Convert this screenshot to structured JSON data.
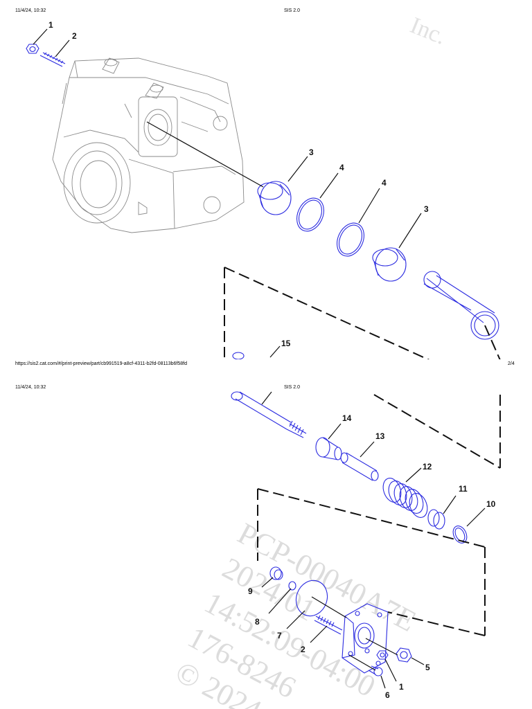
{
  "page1": {
    "datetime": "11/4/24, 10:32",
    "title": "SIS 2.0",
    "footer_url": "https://sis2.cat.com/#/print-preview/part/cb991519-a8cf-4311-b2fd-08113b6f58fd",
    "page_number": "2/4",
    "watermark_top": "Inc.",
    "callouts": [
      "1",
      "2",
      "3",
      "4",
      "4",
      "3",
      "15"
    ]
  },
  "page2": {
    "datetime": "11/4/24, 10:32",
    "title": "SIS 2.0",
    "callouts": [
      "14",
      "13",
      "12",
      "11",
      "10",
      "9",
      "8",
      "7",
      "2",
      "5",
      "6",
      "1"
    ],
    "watermark_lines": [
      "PCP-00040A7E",
      "2024/01",
      "14:52:09-04:00",
      "176-8246",
      "© 2024"
    ]
  },
  "colors": {
    "part_line": "#2a2ae0",
    "housing_line": "#8a8a8a",
    "watermark": "#dcdcdc"
  }
}
